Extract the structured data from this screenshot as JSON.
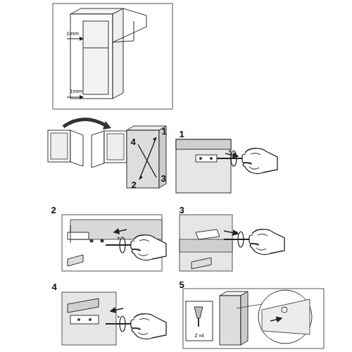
{
  "diagram": {
    "labels": [
      "1mm",
      "1mm",
      "1",
      "4",
      "2",
      "3",
      "1",
      "2",
      "3",
      "4",
      "5",
      "Z x4"
    ]
  }
}
